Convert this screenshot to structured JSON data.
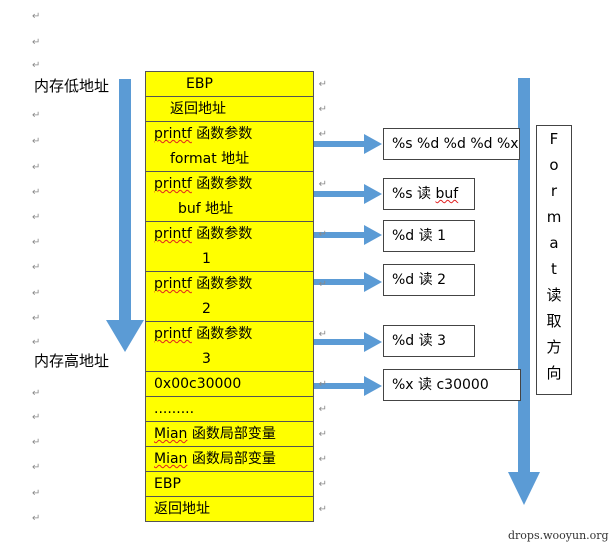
{
  "para_mark": "↵",
  "labels": {
    "low": "内存低地址",
    "high": "内存高地址"
  },
  "stack": [
    {
      "lines": [
        "EBP"
      ],
      "indent": 40
    },
    {
      "lines": [
        "返回地址"
      ],
      "indent": 24
    },
    {
      "lines": [
        "printf 函数参数",
        "format 地址"
      ],
      "indent2": 24
    },
    {
      "lines": [
        "printf 函数参数",
        "buf 地址"
      ],
      "indent2": 32
    },
    {
      "lines": [
        "printf 函数参数",
        "1"
      ],
      "indent2": 56
    },
    {
      "lines": [
        "printf 函数参数",
        "2"
      ],
      "indent2": 56
    },
    {
      "lines": [
        "printf 函数参数",
        "3"
      ],
      "indent2": 56
    },
    {
      "lines": [
        "0x00c30000"
      ]
    },
    {
      "lines": [
        "........."
      ]
    },
    {
      "lines": [
        "Mian 函数局部变量"
      ]
    },
    {
      "lines": [
        "Mian 函数局部变量"
      ]
    },
    {
      "lines": [
        "EBP"
      ]
    },
    {
      "lines": [
        "返回地址"
      ]
    }
  ],
  "boxes": [
    "%s %d %d %d %x",
    "%s  读 buf",
    "%d  读 1",
    "%d  读 2",
    "%d  读 3",
    "%x  读 c30000"
  ],
  "direction": [
    "F",
    "o",
    "r",
    "m",
    "a",
    "t",
    "读",
    "取",
    "方",
    "向"
  ],
  "watermark": "drops.wooyun.org",
  "colors": {
    "stack_fill": "#ffff00",
    "arrow": "#5b9bd5"
  }
}
